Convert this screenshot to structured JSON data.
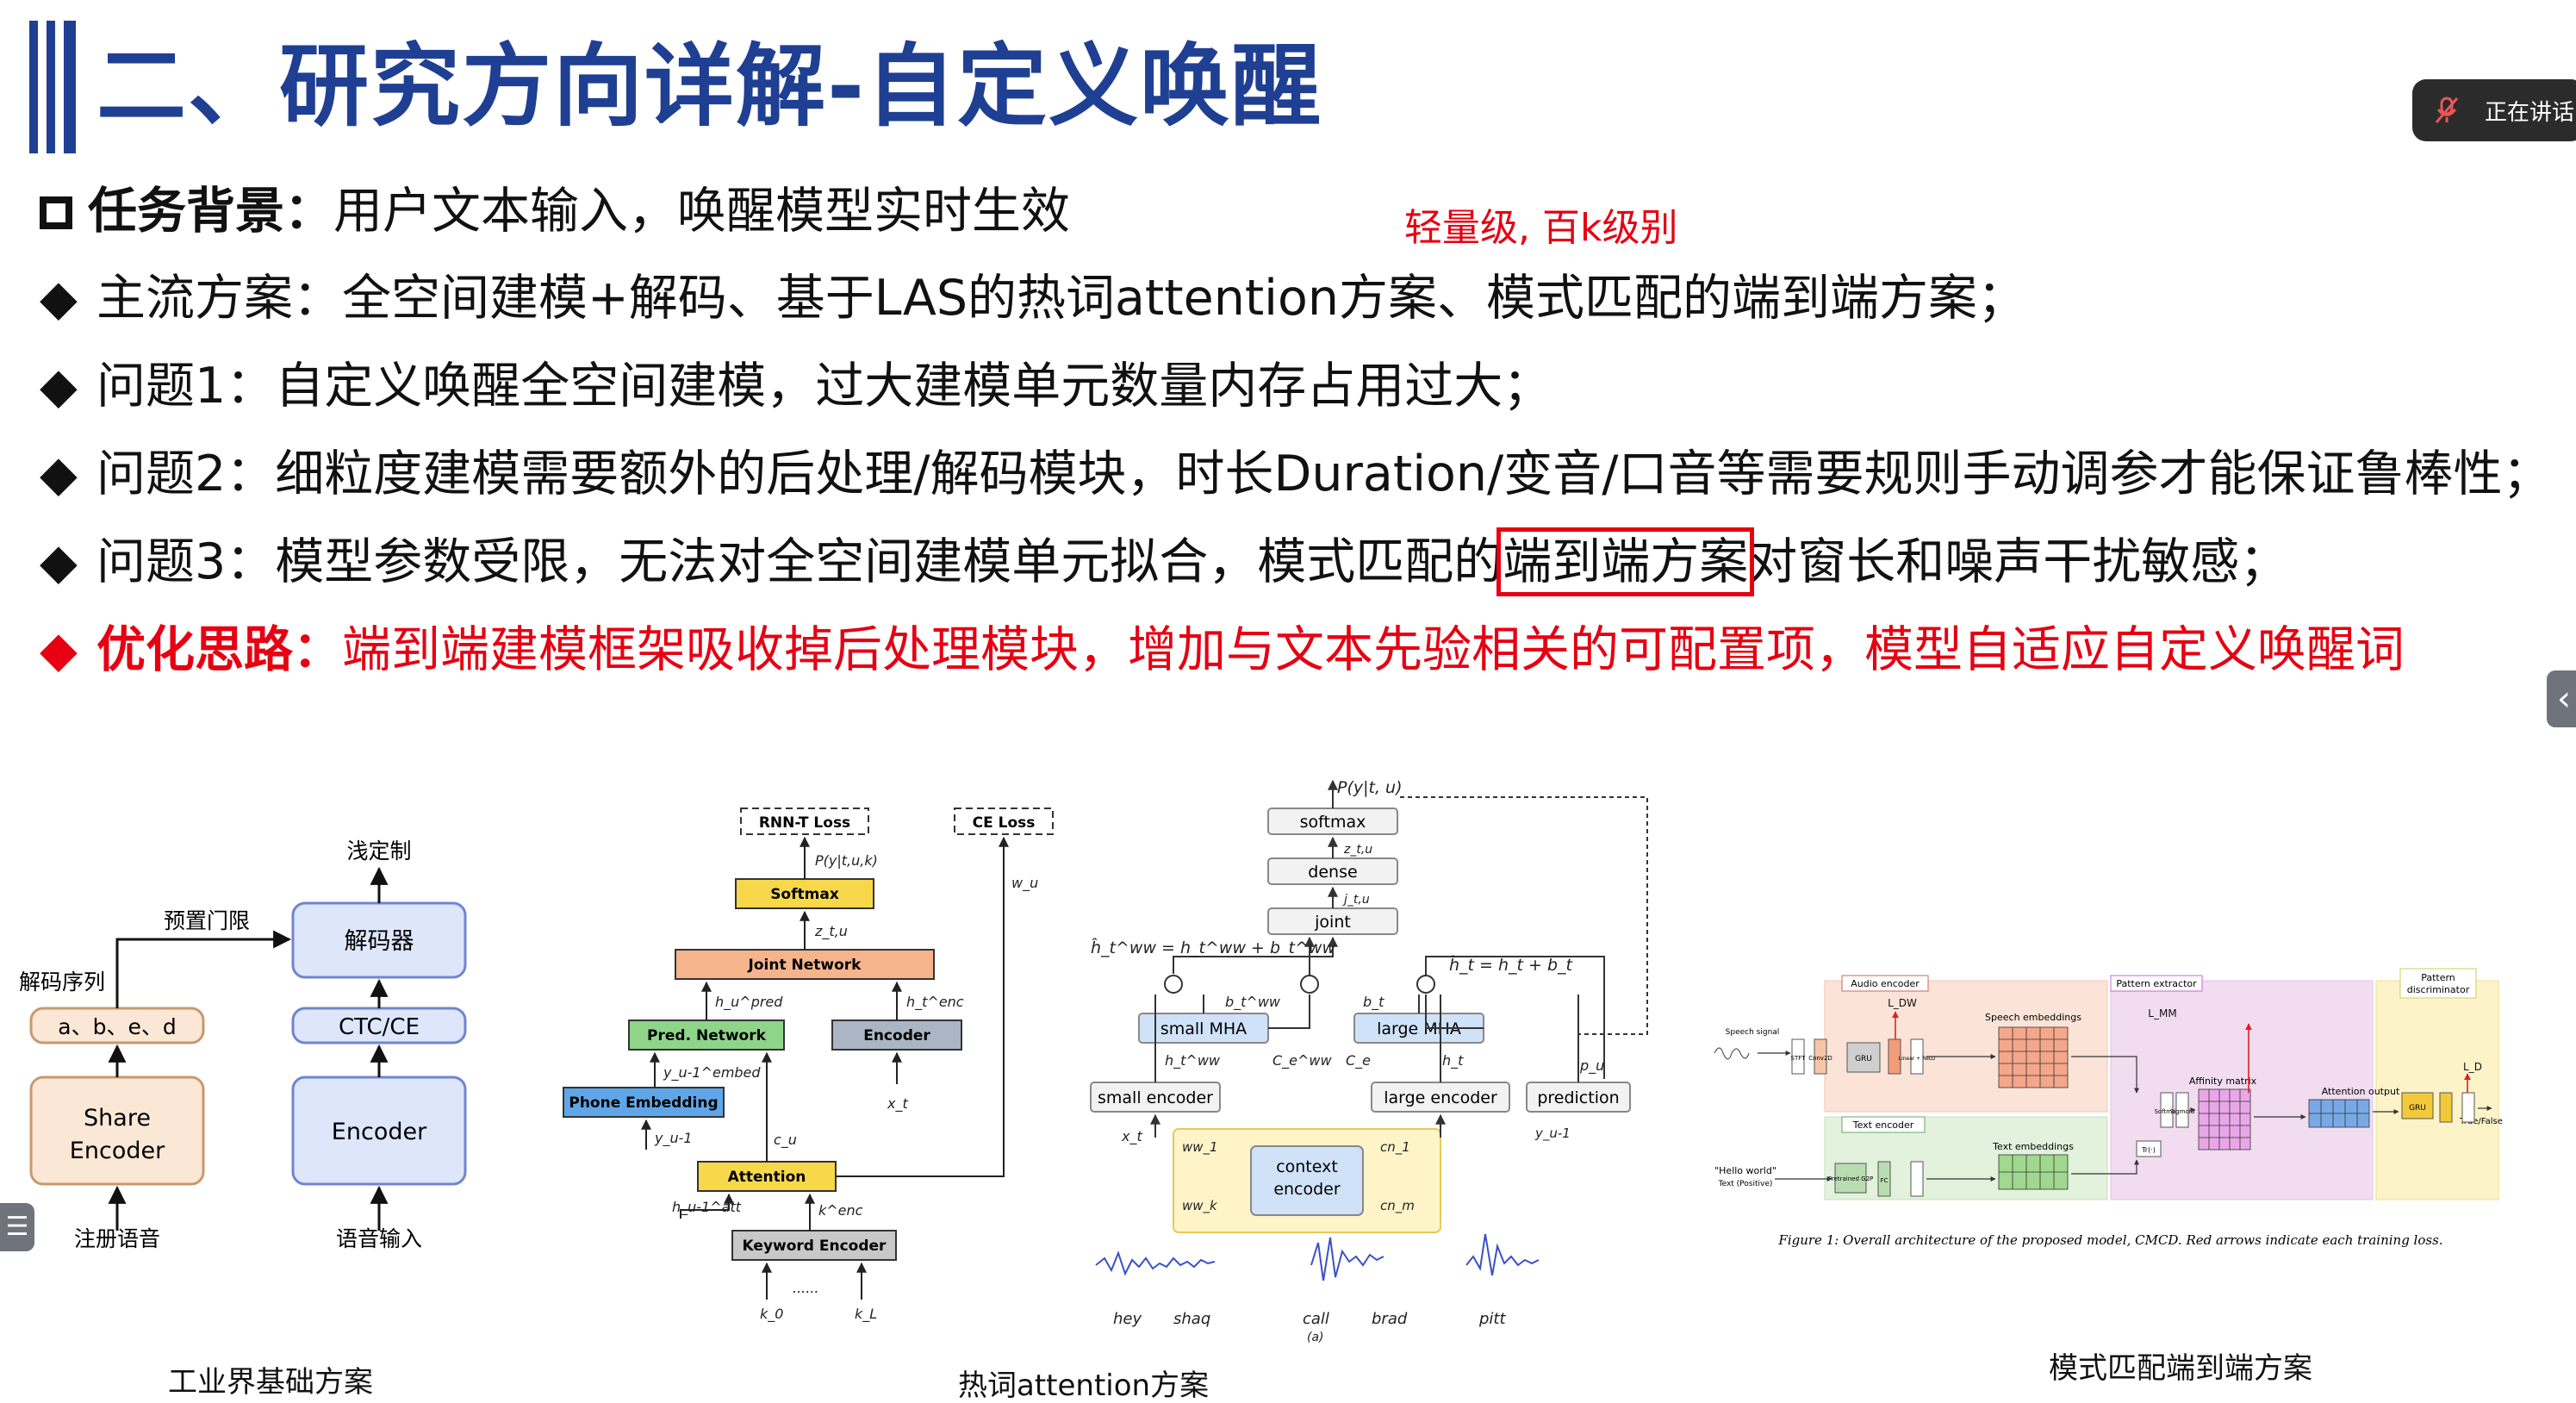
{
  "title": "二、研究方向详解-自定义唤醒",
  "bullets": {
    "b0_label": "任务背景：",
    "b0_text": "用户文本输入，唤醒模型实时生效",
    "b1": "主流方案：全空间建模+解码、基于LAS的热词attention方案、模式匹配的端到端方案；",
    "b2": "问题1：自定义唤醒全空间建模，过大建模单元数量内存占用过大；",
    "b3": "问题2：细粒度建模需要额外的后处理/解码模块，时长Duration/变音/口音等需要规则手动调参才能保证鲁棒性；",
    "b4_pre": "问题3：模型参数受限，无法对全空间建模单元拟合，模式匹配的",
    "b4_box": "端到端方案",
    "b4_post": "对窗长和噪声干扰敏感；",
    "b5_label": "优化思路：",
    "b5_text": "端到端建模框架吸收掉后处理模块，增加与文本先验相关的可配置项，模型自适应自定义唤醒词"
  },
  "note": "轻量级, 百k级别",
  "meeting": {
    "status": "正在讲话:"
  },
  "industry": {
    "caption": "工业界基础方案",
    "light_custom": "浅定制",
    "preset_threshold": "预置门限",
    "decode_seq": "解码序列",
    "decoder": "解码器",
    "ctc_ce": "CTC/CE",
    "seq_box": "a、b、e、d",
    "share_encoder_1": "Share",
    "share_encoder_2": "Encoder",
    "encoder": "Encoder",
    "reg_voice": "注册语音",
    "voice_input": "语音输入"
  },
  "attention": {
    "caption": "热词attention方案",
    "rnnt_loss": "RNN-T Loss",
    "ce_loss": "CE Loss",
    "softmax": "Softmax",
    "joint": "Joint Network",
    "pred": "Pred. Network",
    "encoder": "Encoder",
    "phone_emb": "Phone Embedding",
    "attention": "Attention",
    "keyword_enc": "Keyword Encoder",
    "p_label": "P(y|t,u,k)",
    "z_label": "z_t,u",
    "w_label": "w_u",
    "h_pred": "h_u^pred",
    "h_enc": "h_t^enc",
    "y_emb": "y_u-1^embed",
    "y_prev": "y_u-1",
    "c_u": "c_u",
    "h_att": "h_u-1^att",
    "k_enc": "k^enc",
    "x_t": "x_t",
    "k_0": "k_0",
    "k_l": "k_L",
    "dots": "......"
  },
  "mha": {
    "p_label": "P(y|t, u)",
    "softmax": "softmax",
    "dense": "dense",
    "joint": "joint",
    "z_label": "z_t,u",
    "j_label": "j_t,u",
    "eq_left": "ĥ_t^ww = h_t^ww + b_t^ww",
    "eq_right": "ĥ_t = h_t + b_t",
    "small_mha": "small MHA",
    "large_mha": "large MHA",
    "small_enc": "small encoder",
    "large_enc": "large encoder",
    "prediction": "prediction",
    "context_1": "context",
    "context_2": "encoder",
    "b_ww": "b_t^ww",
    "b_t": "b_t",
    "h_ww": "h_t^ww",
    "h_t": "h_t",
    "c_ww": "C_e^ww",
    "c_e": "C_e",
    "p_u": "p_u",
    "y_u": "y_u-1",
    "x_t": "x_t",
    "ww1": "ww_1",
    "wwk": "ww_k",
    "cn1": "cn_1",
    "cnm": "cn_m",
    "words": [
      "hey",
      "shaq",
      "call",
      "brad",
      "pitt"
    ],
    "sub_a": "(a)"
  },
  "cmcd": {
    "caption": "模式匹配端到端方案",
    "audio_encoder": "Audio encoder",
    "pattern_extractor": "Pattern extractor",
    "pattern_disc_1": "Pattern",
    "pattern_disc_2": "discriminator",
    "text_encoder": "Text encoder",
    "speech_emb": "Speech embeddings",
    "text_emb": "Text embeddings",
    "affinity": "Affinity matrix",
    "attention_output": "Attention output",
    "speech_signal": "Speech signal",
    "hello_world": "\"Hello world\"",
    "text_positive": "Text (Positive)",
    "stft": "STFT",
    "conv2d": "Conv2D",
    "gru": "GRU",
    "gru2": "GRU",
    "linear_relu": "Linear + ReLU",
    "pretrained_g2p": "Pretrained G2P",
    "fc": "FC",
    "softmax": "Softmax",
    "sigmoid": "Sigmoid",
    "t_neg": "Tr(·)",
    "l_dw": "L_DW",
    "l_mm": "L_MM",
    "l_d": "L_D",
    "true_false": "True/False",
    "figure_caption": "Figure 1: Overall architecture of the proposed model, CMCD. Red arrows indicate each training loss."
  }
}
